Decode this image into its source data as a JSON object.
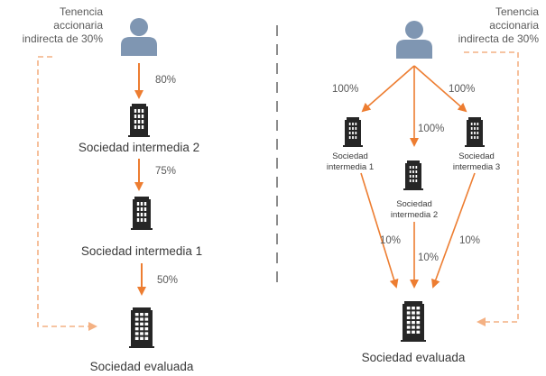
{
  "colors": {
    "arrow": "#ED7D31",
    "dashed_arrow": "#F4B183",
    "person": "#7F96B2",
    "building": "#262626",
    "divider": "#8C8C8C",
    "text": "#404040"
  },
  "icons": {
    "person": "user-silhouette-icon",
    "building": "office-building-icon"
  },
  "left": {
    "note": [
      "Tenencia",
      "accionaria",
      "indirecta de 30%"
    ],
    "pct_1": "80%",
    "company_1": "Sociedad intermedia 2",
    "pct_2": "75%",
    "company_2": "Sociedad intermedia 1",
    "pct_3": "50%",
    "target": "Sociedad evaluada"
  },
  "right": {
    "note": [
      "Tenencia",
      "accionaria",
      "indirecta de 30%"
    ],
    "pct_to_1": "100%",
    "pct_to_2": "100%",
    "pct_to_3": "100%",
    "company_1": [
      "Sociedad",
      "intermedia 1"
    ],
    "company_2": [
      "Sociedad",
      "intermedia 2"
    ],
    "company_3": [
      "Sociedad",
      "intermedia 3"
    ],
    "pct_from_1": "10%",
    "pct_from_2": "10%",
    "pct_from_3": "10%",
    "target": "Sociedad evaluada"
  }
}
